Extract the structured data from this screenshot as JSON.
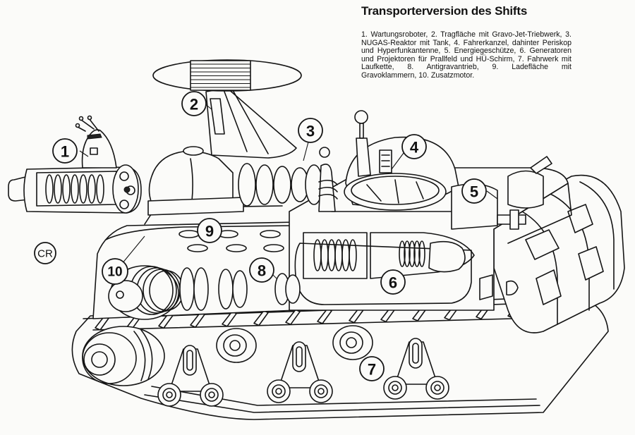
{
  "title": "Transporterversion des Shifts",
  "caption": [
    "1. Wartungsroboter,",
    "2. Tragfläche mit Gravo-Jet-Triebwerk,",
    "3. NUGAS-Reaktor mit Tank,",
    "4. Fahrerkanzel, dahinter Periskop und Hyperfunkantenne,",
    "5. Energiegeschütze,",
    "6. Generatoren und Projektoren für Prallfeld und HÜ-Schirm,",
    "7. Fahrwerk mit Laufkette,",
    "8. Antigravantrieb,",
    "9. Ladefläche mit Gravoklammern,",
    "10. Zusatzmotor."
  ],
  "callouts": [
    {
      "number": "1",
      "part": "Wartungsroboter"
    },
    {
      "number": "2",
      "part": "Tragfläche mit Gravo-Jet-Triebwerk"
    },
    {
      "number": "3",
      "part": "NUGAS-Reaktor mit Tank"
    },
    {
      "number": "4",
      "part": "Fahrerkanzel"
    },
    {
      "number": "5",
      "part": "Energiegeschütze"
    },
    {
      "number": "6",
      "part": "Generatoren und Projektoren"
    },
    {
      "number": "7",
      "part": "Fahrwerk mit Laufkette"
    },
    {
      "number": "8",
      "part": "Antigravantrieb"
    },
    {
      "number": "9",
      "part": "Ladefläche mit Gravoklammern"
    },
    {
      "number": "10",
      "part": "Zusatzmotor"
    }
  ],
  "signature": "CR"
}
